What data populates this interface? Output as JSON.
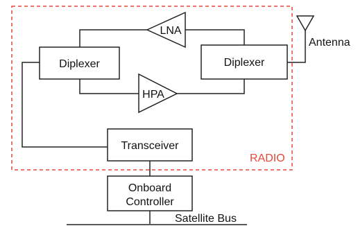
{
  "colors": {
    "line": "#222222",
    "radio_boundary": "#e8463a",
    "radio_label": "#e8463a",
    "background": "#ffffff"
  },
  "blocks": {
    "diplexer_left": "Diplexer",
    "diplexer_right": "Diplexer",
    "lna": "LNA",
    "hpa": "HPA",
    "transceiver": "Transceiver",
    "controller_line1": "Onboard",
    "controller_line2": "Controller"
  },
  "labels": {
    "antenna": "Antenna",
    "radio": "RADIO",
    "satellite_bus": "Satellite Bus"
  },
  "icons": {
    "antenna": "antenna-icon",
    "amplifier": "amplifier-triangle-icon"
  }
}
